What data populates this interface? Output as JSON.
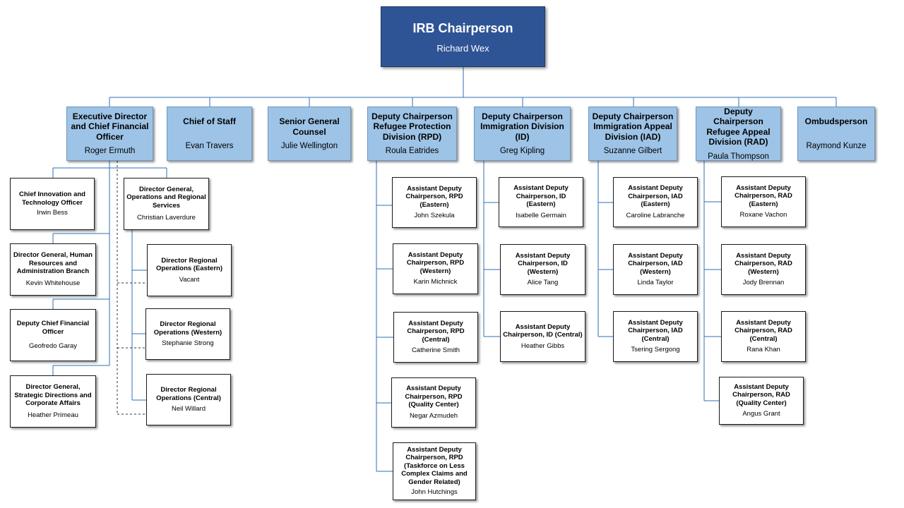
{
  "top": {
    "title": "IRB Chairperson",
    "name": "Richard Wex"
  },
  "level1": [
    {
      "title": "Executive Director and Chief Financial Officer",
      "name": "Roger Ermuth"
    },
    {
      "title": "Chief of Staff",
      "name": "Evan Travers"
    },
    {
      "title": "Senior General Counsel",
      "name": "Julie Wellington"
    },
    {
      "title": "Deputy Chairperson Refugee Protection Division (RPD)",
      "name": "Roula Eatrides"
    },
    {
      "title": "Deputy Chairperson Immigration Division (ID)",
      "name": "Greg Kipling"
    },
    {
      "title": "Deputy Chairperson Immigration Appeal Division (IAD)",
      "name": "Suzanne Gilbert"
    },
    {
      "title": "Deputy Chairperson Refugee Appeal Division (RAD)",
      "name": "Paula Thompson"
    },
    {
      "title": "Ombudsperson",
      "name": "Raymond Kunze"
    }
  ],
  "exec": {
    "left": [
      {
        "title": "Chief Innovation and Technology Officer",
        "name": "Irwin Bess"
      },
      {
        "title": "Director General, Human Resources and Administration Branch",
        "name": "Kevin Whitehouse"
      },
      {
        "title": "Deputy Chief Financial Officer",
        "name": "Geofredo Garay"
      },
      {
        "title": "Director General, Strategic Directions and Corporate Affairs",
        "name": "Heather Primeau"
      }
    ],
    "ops": {
      "title": "Director General, Operations and Regional Services",
      "name": "Christian Laverdure"
    },
    "regional": [
      {
        "title": "Director Regional Operations (Eastern)",
        "name": "Vacant"
      },
      {
        "title": "Director Regional Operations (Western)",
        "name": "Stephanie Strong"
      },
      {
        "title": "Director Regional Operations (Central)",
        "name": "Neil Willard"
      }
    ]
  },
  "rpd": [
    {
      "title": "Assistant Deputy Chairperson, RPD (Eastern)",
      "name": "John Szekula"
    },
    {
      "title": "Assistant Deputy Chairperson, RPD (Western)",
      "name": "Karin Michnick"
    },
    {
      "title": "Assistant Deputy Chairperson, RPD (Central)",
      "name": "Catherine Smith"
    },
    {
      "title": "Assistant Deputy Chairperson, RPD (Quality Center)",
      "name": "Negar Azmudeh"
    },
    {
      "title": "Assistant Deputy Chairperson, RPD (Taskforce on Less Complex Claims and Gender Related)",
      "name": "John Hutchings"
    }
  ],
  "id": [
    {
      "title": "Assistant Deputy Chairperson, ID (Eastern)",
      "name": "Isabelle Germain"
    },
    {
      "title": "Assistant Deputy Chairperson, ID (Western)",
      "name": "Alice Tang"
    },
    {
      "title": "Assistant Deputy Chairperson, ID (Central)",
      "name": "Heather Gibbs"
    }
  ],
  "iad": [
    {
      "title": "Assistant Deputy Chairperson, IAD (Eastern)",
      "name": "Caroline Labranche"
    },
    {
      "title": "Assistant Deputy Chairperson, IAD (Western)",
      "name": "Linda Taylor"
    },
    {
      "title": "Assistant Deputy Chairperson, IAD (Central)",
      "name": "Tsering Sergong"
    }
  ],
  "rad": [
    {
      "title": "Assistant Deputy Chairperson, RAD (Eastern)",
      "name": "Roxane Vachon"
    },
    {
      "title": "Assistant Deputy Chairperson, RAD (Western)",
      "name": "Jody Brennan"
    },
    {
      "title": "Assistant Deputy Chairperson, RAD (Central)",
      "name": "Rana Khan"
    },
    {
      "title": "Assistant Deputy Chairperson, RAD (Quality Center)",
      "name": "Angus Grant"
    }
  ]
}
